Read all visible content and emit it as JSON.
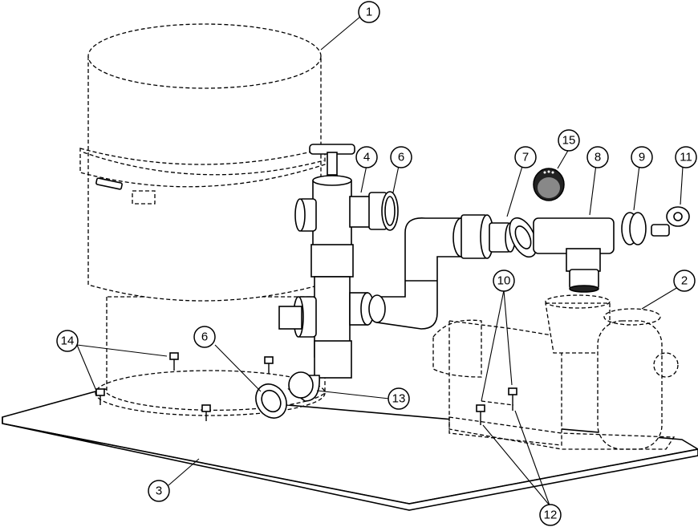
{
  "callouts": [
    {
      "id": "1",
      "label": "1"
    },
    {
      "id": "2",
      "label": "2"
    },
    {
      "id": "3",
      "label": "3"
    },
    {
      "id": "4",
      "label": "4"
    },
    {
      "id": "6a",
      "label": "6"
    },
    {
      "id": "6b",
      "label": "6"
    },
    {
      "id": "7",
      "label": "7"
    },
    {
      "id": "8",
      "label": "8"
    },
    {
      "id": "9",
      "label": "9"
    },
    {
      "id": "10",
      "label": "10"
    },
    {
      "id": "11",
      "label": "11"
    },
    {
      "id": "12",
      "label": "12"
    },
    {
      "id": "13",
      "label": "13"
    },
    {
      "id": "14",
      "label": "14"
    },
    {
      "id": "15",
      "label": "15"
    }
  ],
  "colors": {
    "line": "#000000",
    "background": "#ffffff",
    "gauge_face": "#888888",
    "gauge_bezel": "#222222"
  }
}
